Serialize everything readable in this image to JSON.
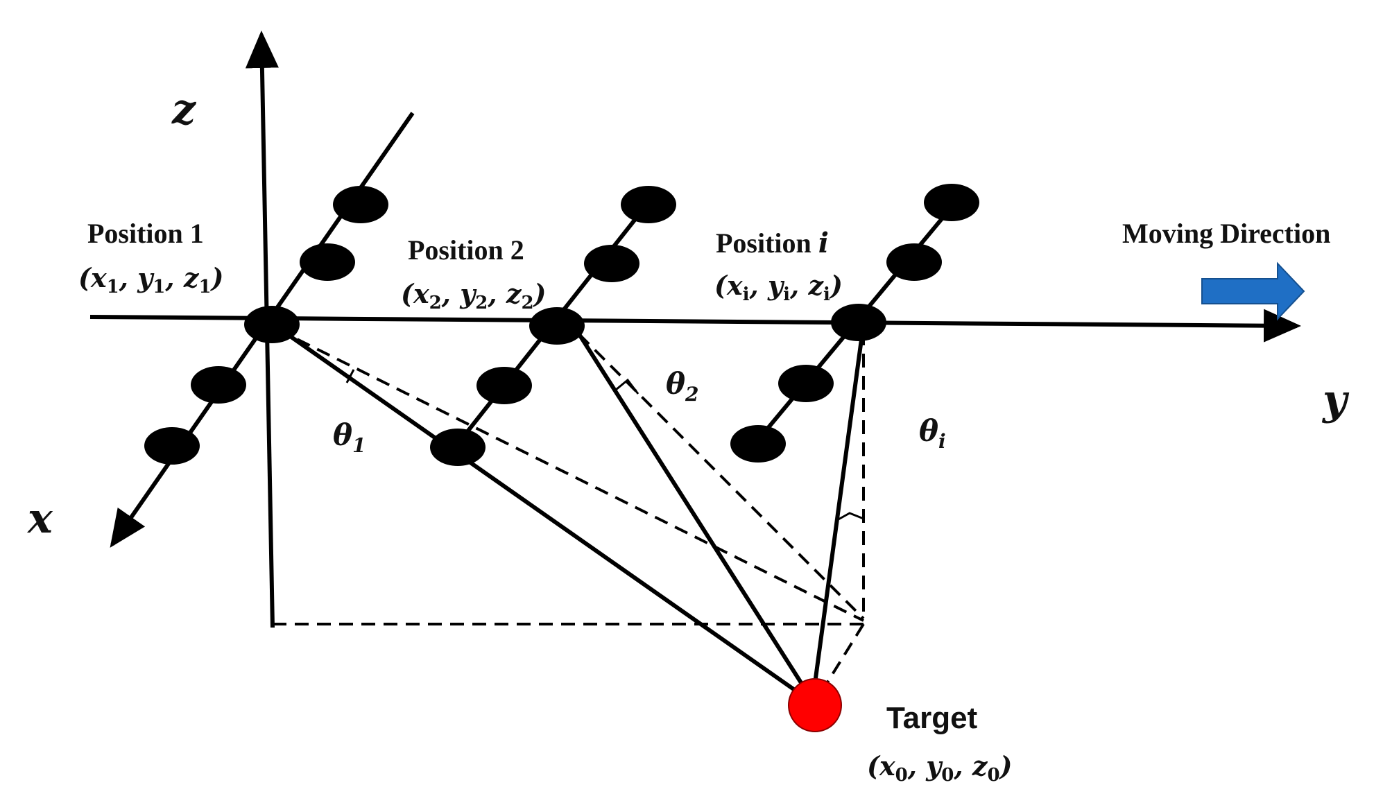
{
  "axes": {
    "x": "x",
    "y": "y",
    "z": "z"
  },
  "positions": [
    {
      "label": "Position 1",
      "coord_var": [
        "x",
        "y",
        "z"
      ],
      "coord_sub": "1"
    },
    {
      "label": "Position 2",
      "coord_var": [
        "x",
        "y",
        "z"
      ],
      "coord_sub": "2"
    },
    {
      "label_prefix": "Position ",
      "label_index": "i",
      "coord_var": [
        "x",
        "y",
        "z"
      ],
      "coord_sub": "i"
    }
  ],
  "angles": [
    {
      "symbol": "θ",
      "sub": "1"
    },
    {
      "symbol": "θ",
      "sub": "2"
    },
    {
      "symbol": "θ",
      "sub": "i"
    }
  ],
  "target": {
    "label": "Target",
    "coord_var": [
      "x",
      "y",
      "z"
    ],
    "coord_sub": "0",
    "color": "#ff0000"
  },
  "moving_direction": {
    "label": "Moving Direction",
    "arrow_color": "#1f6fc5"
  },
  "punctuation": {
    "open": "(",
    "close": ")",
    "sep": ", "
  }
}
